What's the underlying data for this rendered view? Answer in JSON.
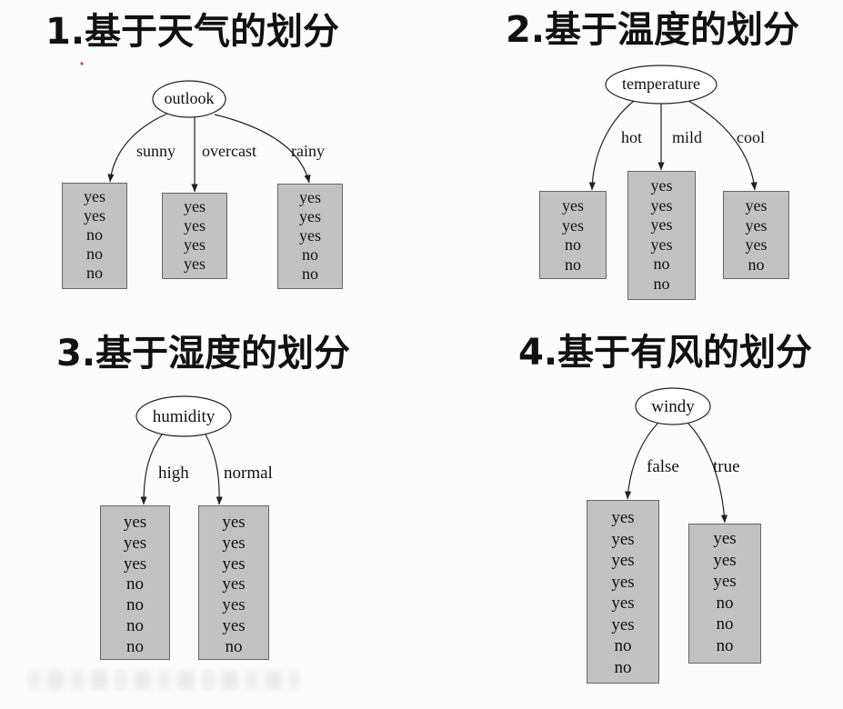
{
  "panels": [
    {
      "title": "1.基于天气的划分",
      "node": "outlook",
      "branches": [
        {
          "label": "sunny",
          "items": [
            "yes",
            "yes",
            "no",
            "no",
            "no"
          ]
        },
        {
          "label": "overcast",
          "items": [
            "yes",
            "yes",
            "yes",
            "yes"
          ]
        },
        {
          "label": "rainy",
          "items": [
            "yes",
            "yes",
            "yes",
            "no",
            "no"
          ]
        }
      ]
    },
    {
      "title": "2.基于温度的划分",
      "node": "temperature",
      "branches": [
        {
          "label": "hot",
          "items": [
            "yes",
            "yes",
            "no",
            "no"
          ]
        },
        {
          "label": "mild",
          "items": [
            "yes",
            "yes",
            "yes",
            "yes",
            "no",
            "no"
          ]
        },
        {
          "label": "cool",
          "items": [
            "yes",
            "yes",
            "yes",
            "no"
          ]
        }
      ]
    },
    {
      "title": "3.基于湿度的划分",
      "node": "humidity",
      "branches": [
        {
          "label": "high",
          "items": [
            "yes",
            "yes",
            "yes",
            "no",
            "no",
            "no",
            "no"
          ]
        },
        {
          "label": "normal",
          "items": [
            "yes",
            "yes",
            "yes",
            "yes",
            "yes",
            "yes",
            "no"
          ]
        }
      ]
    },
    {
      "title": "4.基于有风的划分",
      "node": "windy",
      "branches": [
        {
          "label": "false",
          "items": [
            "yes",
            "yes",
            "yes",
            "yes",
            "yes",
            "yes",
            "no",
            "no"
          ]
        },
        {
          "label": "true",
          "items": [
            "yes",
            "yes",
            "yes",
            "no",
            "no",
            "no"
          ]
        }
      ]
    }
  ],
  "colors": {
    "background": "#fcfcfc",
    "box_fill": "#c2c2c2",
    "box_border": "#666666",
    "arrow": "#222222",
    "text": "#111111",
    "dot": "#d9414b"
  }
}
